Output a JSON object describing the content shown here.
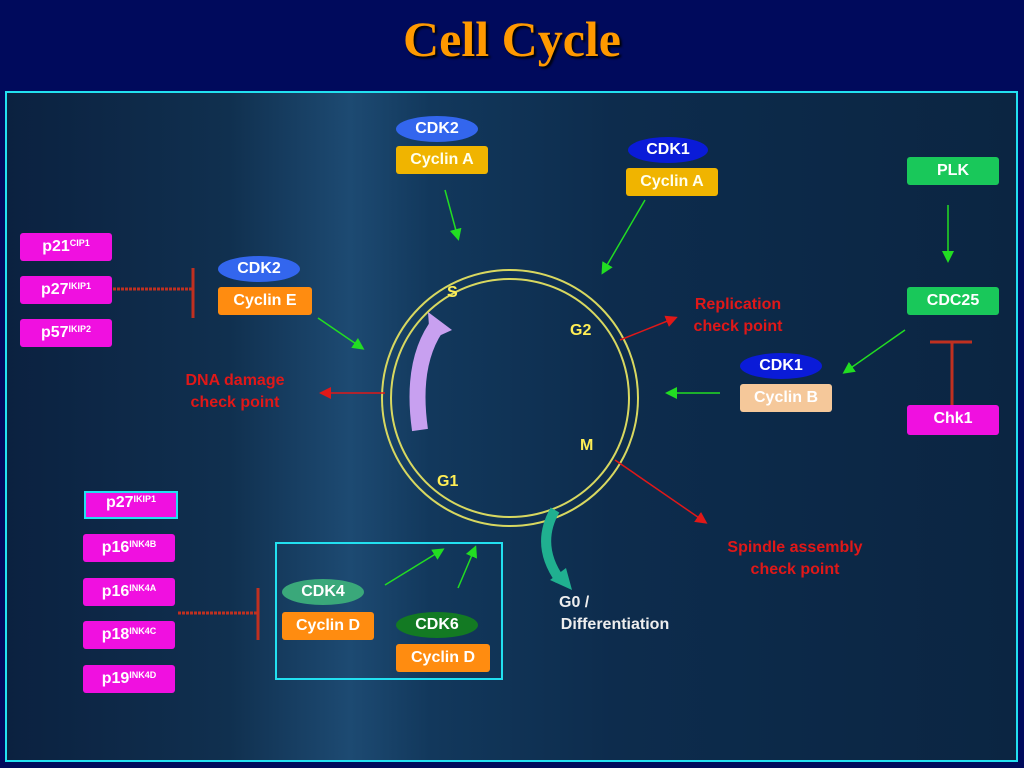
{
  "title": "Cell Cycle",
  "phases": {
    "s": "S",
    "g2": "G2",
    "m": "M",
    "g1": "G1"
  },
  "complexes": {
    "cdk2_a": {
      "cdk": "CDK2",
      "cyclin": "Cyclin A"
    },
    "cdk1_a": {
      "cdk": "CDK1",
      "cyclin": "Cyclin A"
    },
    "cdk2_e": {
      "cdk": "CDK2",
      "cyclin": "Cyclin E"
    },
    "cdk1_b": {
      "cdk": "CDK1",
      "cyclin": "Cyclin B"
    },
    "cdk4_d": {
      "cdk": "CDK4",
      "cyclin": "Cyclin D"
    },
    "cdk6_d": {
      "cdk": "CDK6",
      "cyclin": "Cyclin D"
    }
  },
  "inhibitors_cip": [
    {
      "base": "p21",
      "sup": "CIP1"
    },
    {
      "base": "p27",
      "sup": "IKIP1"
    },
    {
      "base": "p57",
      "sup": "IKIP2"
    }
  ],
  "inhibitors_ink": [
    {
      "base": "p27",
      "sup": "IKIP1"
    },
    {
      "base": "p16",
      "sup": "INK4B"
    },
    {
      "base": "p16",
      "sup": "INK4A"
    },
    {
      "base": "p18",
      "sup": "INK4C"
    },
    {
      "base": "p19",
      "sup": "INK4D"
    }
  ],
  "regulators": {
    "plk": "PLK",
    "cdc25": "CDC25",
    "chk1": "Chk1"
  },
  "checkpoints": {
    "dna_1": "DNA damage",
    "dna_2": "check point",
    "rep_1": "Replication",
    "rep_2": "check point",
    "spindle_1": "Spindle assembly",
    "spindle_2": "check point"
  },
  "g0": {
    "line1": "G0 /",
    "line2": "Differentiation"
  },
  "colors": {
    "title": "#ff9900",
    "inhibitor": "#f010e0",
    "checkpoint": "#e01818",
    "activation": "#22dd22",
    "border": "#22e0f0"
  }
}
